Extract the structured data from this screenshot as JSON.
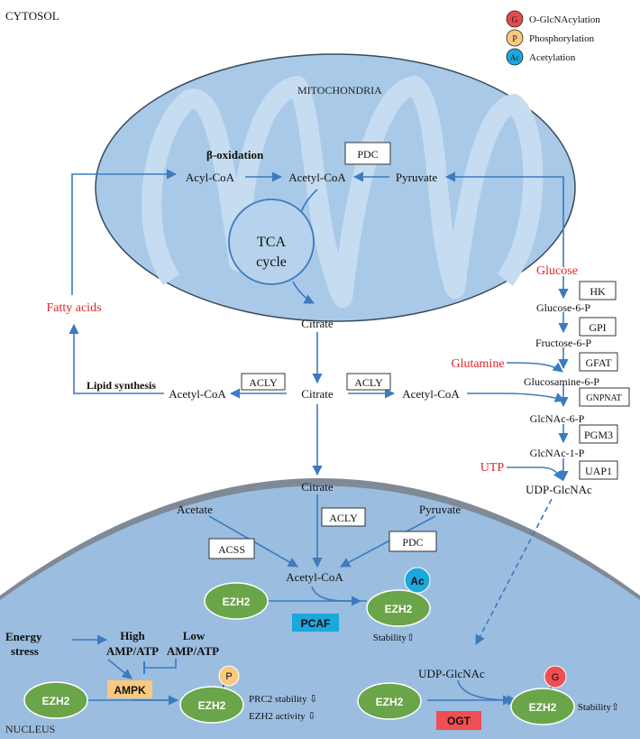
{
  "regions": {
    "cytosol": "CYTOSOL",
    "mitochondria": "MITOCHONDRIA",
    "nucleus": "NUCLEUS"
  },
  "legend": [
    {
      "symbol": "G",
      "label": "O-GlcNAcylation",
      "color": "#e8484c"
    },
    {
      "symbol": "P",
      "label": "Phosphorylation",
      "color": "#f8c97e"
    },
    {
      "symbol": "Ac",
      "label": "Acetylation",
      "color": "#1ca7dd"
    }
  ],
  "mito": {
    "beta_oxidation": "β-oxidation",
    "pdc": "PDC",
    "acyl_coa": "Acyl-CoA",
    "acetyl_coa": "Acetyl-CoA",
    "pyruvate": "Pyruvate",
    "tca_line1": "TCA",
    "tca_line2": "cycle",
    "citrate": "Citrate"
  },
  "cytosol": {
    "fatty_acids": "Fatty acids",
    "lipid_synthesis": "Lipid synthesis",
    "acly_left": "ACLY",
    "acly_right": "ACLY",
    "acetyl_coa_left": "Acetyl-CoA",
    "citrate": "Citrate",
    "acetyl_coa_right": "Acetyl-CoA"
  },
  "hbp": {
    "glucose": "Glucose",
    "hk": "HK",
    "glucose_6_p": "Glucose-6-P",
    "gpi": "GPI",
    "fructose_6_p": "Fructose-6-P",
    "glutamine": "Glutamine",
    "gfat": "GFAT",
    "glucosamine_6_p": "Glucosamine-6-P",
    "gnpnat": "GNPNAT",
    "glcnac_6_p": "GlcNAc-6-P",
    "pgm3": "PGM3",
    "glcnac_1_p": "GlcNAc-1-P",
    "utp": "UTP",
    "uap1": "UAP1",
    "udp_glcnac": "UDP-GlcNAc"
  },
  "nucleus": {
    "citrate": "Citrate",
    "acetate": "Acetate",
    "acly": "ACLY",
    "pyruvate": "Pyruvate",
    "acss": "ACSS",
    "pdc": "PDC",
    "acetyl_coa": "Acetyl-CoA",
    "ezh2": "EZH2",
    "pcaf": "PCAF",
    "ac": "Ac",
    "stability_up": "Stability⇧",
    "energy_stress_1": "Energy",
    "energy_stress_2": "stress",
    "high_1": "High",
    "high_2": "AMP/ATP",
    "low_1": "Low",
    "low_2": "AMP/ATP",
    "ampk": "AMPK",
    "p": "P",
    "prc2": "PRC2 stability ⇩",
    "ezh2_activity": "EZH2 activity ⇩",
    "udp_glcnac": "UDP-GlcNAc",
    "ogt": "OGT",
    "g": "G"
  },
  "colors": {
    "arrow": "#3b7bbf",
    "nucleus_fill": "#9bbde0",
    "mito_fill": "#a9c9e8",
    "mito_cristae": "#c6dcf1",
    "ezh2_fill": "#6aa54a",
    "red_text": "#e0252a",
    "pcaf_fill": "#1ca7dd",
    "ampk_fill": "#f8c97e",
    "ogt_fill": "#ee4f52"
  }
}
